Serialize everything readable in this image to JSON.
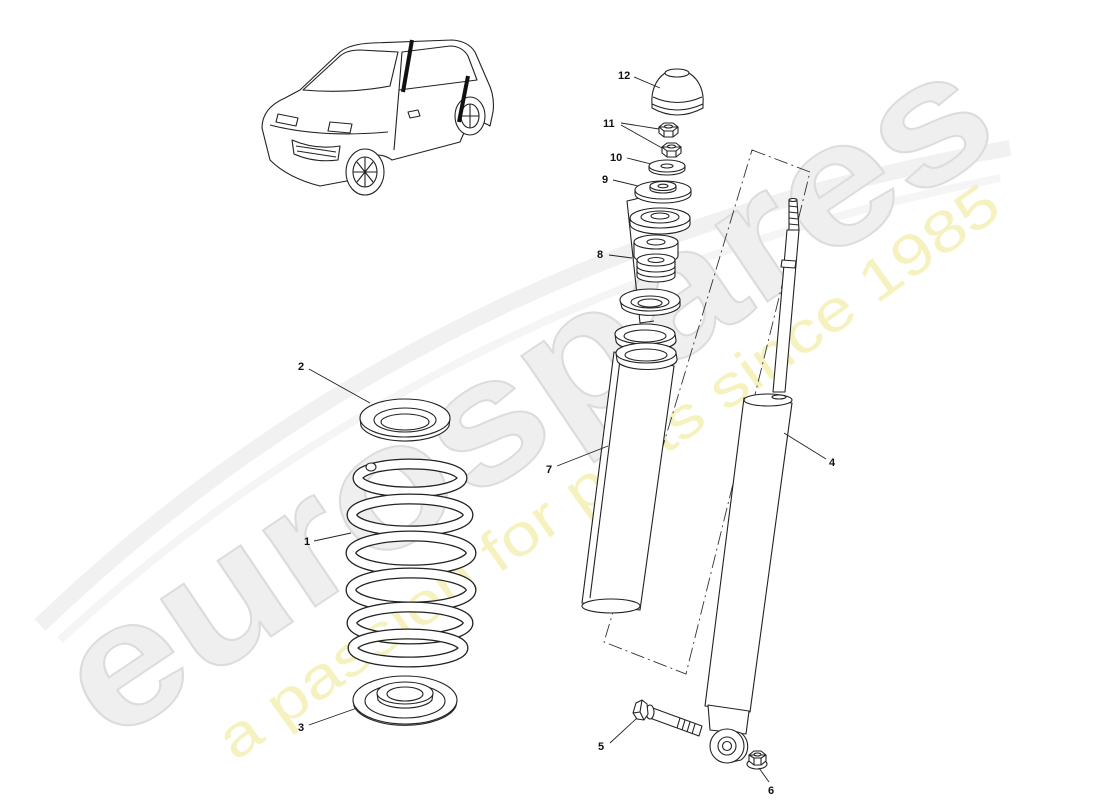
{
  "diagram": {
    "labels": {
      "p1": "1",
      "p2": "2",
      "p3": "3",
      "p4": "4",
      "p5": "5",
      "p6": "6",
      "p7": "7",
      "p8": "8",
      "p9": "9",
      "p10": "10",
      "p11": "11",
      "p12": "12"
    }
  },
  "watermark": {
    "brand": "eurospares",
    "tagline": "a passion for parts since 1985"
  },
  "colors": {
    "line": "#222222",
    "watermark": "#efefef",
    "tagline": "#f4f0b4",
    "background": "#ffffff"
  }
}
